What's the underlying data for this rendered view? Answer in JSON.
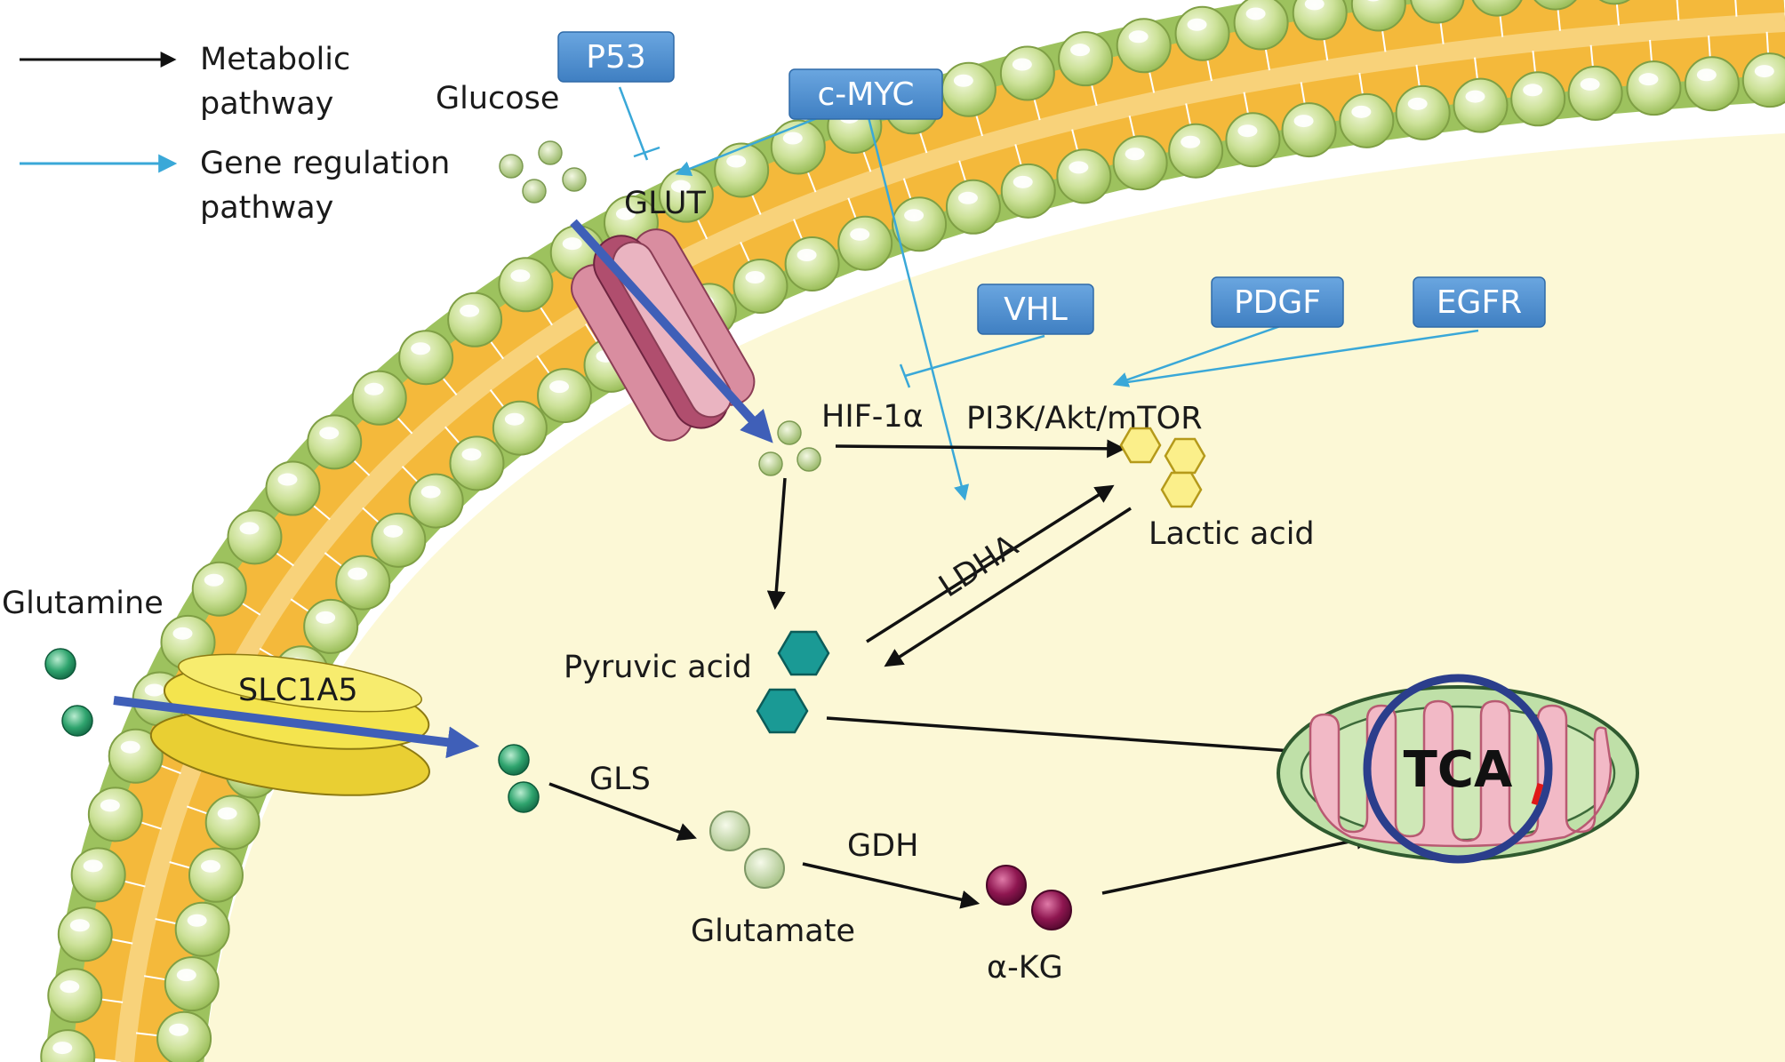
{
  "legend": {
    "metabolic_line1": "Metabolic",
    "metabolic_line2": "pathway",
    "gene_line1": "Gene regulation",
    "gene_line2": "pathway"
  },
  "regulators": {
    "p53": "P53",
    "cmyc": "c-MYC",
    "vhl": "VHL",
    "pdgf": "PDGF",
    "egfr": "EGFR"
  },
  "labels": {
    "glucose": "Glucose",
    "glut": "GLUT",
    "hif": "HIF-1α",
    "pi3k": "PI3K/Akt/mTOR",
    "lactic_acid": "Lactic acid",
    "ldha": "LDHA",
    "pyruvic_acid": "Pyruvic acid",
    "glutamine": "Glutamine",
    "slc1a5": "SLC1A5",
    "gls": "GLS",
    "gdh": "GDH",
    "glutamate": "Glutamate",
    "akg": "α-KG",
    "tca": "TCA"
  },
  "colors": {
    "metabolic_arrow": "#111111",
    "gene_arrow": "#3aa8d8",
    "regulator_box": "#4e8fd0",
    "membrane_head": "#cfe39a",
    "membrane_tail": "#f2b53a",
    "cytoplasm": "#fcf8d6",
    "transport_arrow": "#3f5fb8"
  }
}
